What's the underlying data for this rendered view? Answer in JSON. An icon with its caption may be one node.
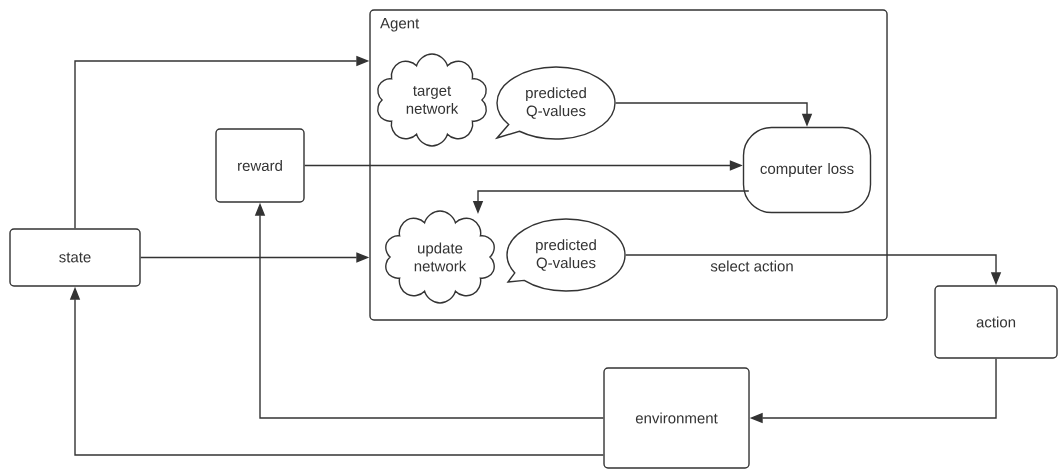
{
  "diagram": {
    "nodes": [
      {
        "text": [
          "Agent"
        ]
      },
      {
        "text": [
          "target network"
        ],
        "in": 0
      },
      {
        "text": [
          "predicted Q-values"
        ],
        "in": 0
      },
      {
        "text": [
          "computer loss"
        ],
        "in": 0
      },
      {
        "text": [
          "update network"
        ],
        "in": 0
      },
      {
        "text": [
          "predicted Q-values"
        ],
        "in": 0
      },
      {
        "text": [
          "state"
        ]
      },
      {
        "text": [
          "reward"
        ]
      },
      {
        "text": [
          "action"
        ]
      },
      {
        "text": [
          "environment"
        ]
      }
    ],
    "edges": [
      {
        "from": 6,
        "to": 0,
        "arrow": "to"
      },
      {
        "from": 6,
        "to": 0,
        "arrow": "to"
      },
      {
        "from": 7,
        "to": 3,
        "arrow": "to"
      },
      {
        "from": 2,
        "to": 3,
        "arrow": "to"
      },
      {
        "from": 3,
        "to": 4,
        "arrow": "to"
      },
      {
        "from": 5,
        "to": 8,
        "arrow": "to",
        "label": "select action"
      },
      {
        "from": 8,
        "to": 9,
        "arrow": "to"
      },
      {
        "from": 9,
        "to": 7,
        "arrow": "to"
      },
      {
        "from": 9,
        "to": 6,
        "arrow": "to"
      }
    ]
  }
}
